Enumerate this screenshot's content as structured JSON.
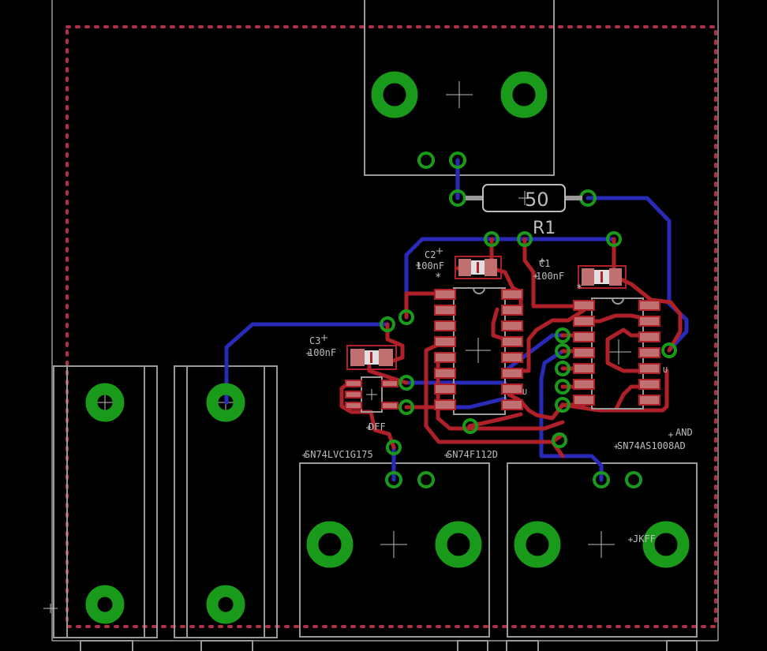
{
  "colors": {
    "background": "#000000",
    "outline": "#9a9a9a",
    "pad_green": "#1a9a1a",
    "top_copper": "#b02028",
    "bottom_copper": "#2a2ab8",
    "keepout": "#b0304a",
    "smd_pad": "#c07070",
    "label": "#bdbdbd"
  },
  "components": {
    "r1": {
      "name": "R1",
      "value": "50"
    },
    "c1": {
      "name": "C1",
      "value": "100nF"
    },
    "c2": {
      "name": "C2",
      "value": "100nF"
    },
    "c3": {
      "name": "C3",
      "value": "100nF"
    },
    "dff": {
      "name": "DFF",
      "part": "SN74LVC1G175"
    },
    "jkff": {
      "name": "JKFF",
      "part": "SN74F112D"
    },
    "and_gate": {
      "name": "AND",
      "part": "SN74AS1008AD"
    }
  },
  "markers": {
    "pin1_star": "*",
    "ic_mark": "U"
  }
}
